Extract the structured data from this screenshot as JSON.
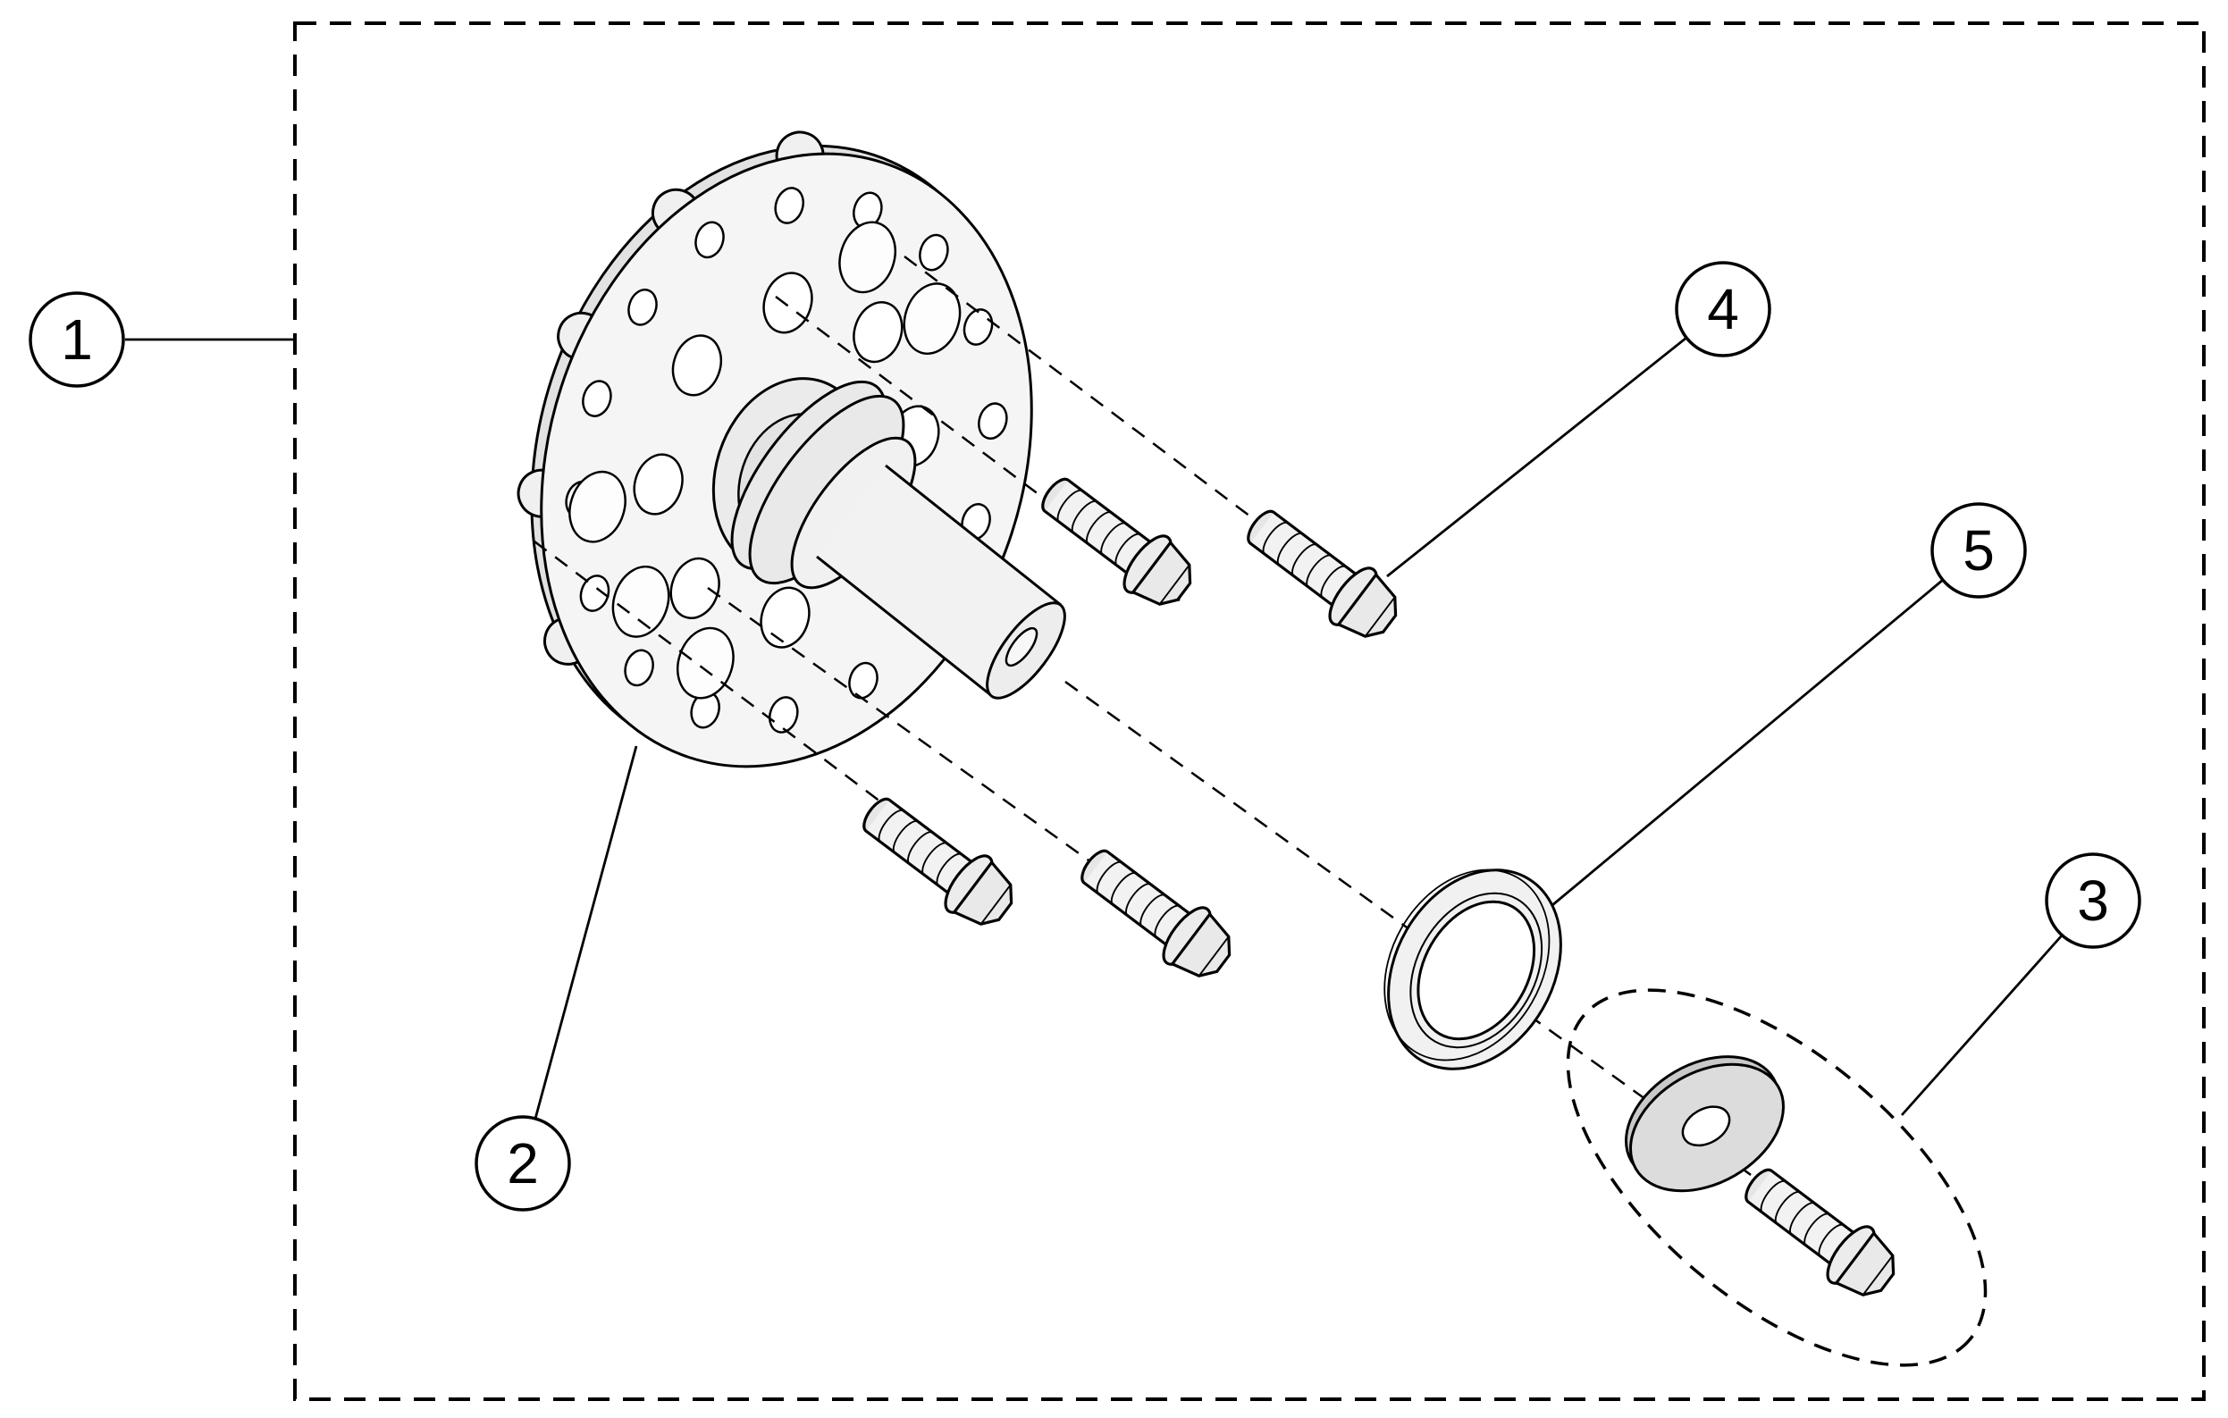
{
  "diagram": {
    "callouts": [
      {
        "label": "1"
      },
      {
        "label": "2"
      },
      {
        "label": "3"
      },
      {
        "label": "4"
      },
      {
        "label": "5"
      }
    ],
    "colors": {
      "line": "#000000",
      "background": "#ffffff",
      "part_fill_light": "#f5f5f5",
      "part_fill_mid": "#e9e9e9",
      "part_fill_dark": "#d8d8d8"
    }
  }
}
